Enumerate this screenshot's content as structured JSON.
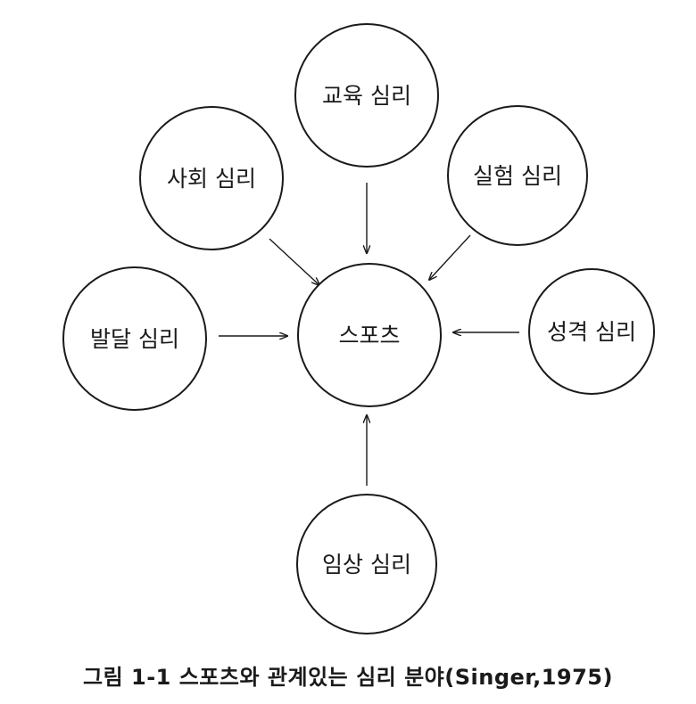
{
  "nodes": {
    "center": "스포츠",
    "education": "교육 심리",
    "social": "사회 심리",
    "experimental": "실험 심리",
    "developmental": "발달 심리",
    "personality": "성격 심리",
    "clinical": "임상 심리"
  },
  "caption": "그림 1-1 스포츠와 관계있는 심리 분야(Singer,1975)"
}
